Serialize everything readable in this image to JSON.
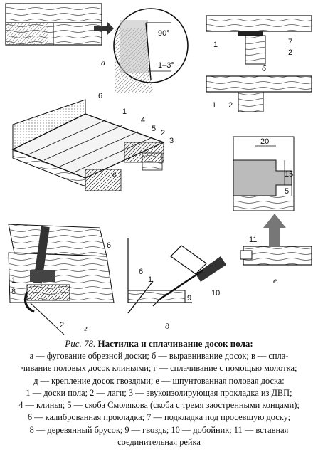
{
  "figure": {
    "labels": {
      "a": "а",
      "b": "б",
      "v": "в",
      "g": "г",
      "d": "д",
      "e": "е",
      "n1": "1",
      "n2": "2",
      "n3": "3",
      "n4": "4",
      "n5": "5",
      "n6": "6",
      "n7": "7",
      "n8": "8",
      "n9": "9",
      "n10": "10",
      "n11": "11",
      "angle90": "90°",
      "angle13": "1–3°",
      "dim20": "20",
      "dim15": "15",
      "dim5": "5"
    }
  },
  "caption": {
    "number": "Рис. 78.",
    "title": "Настилка и сплачивание досок пола:"
  },
  "legend": {
    "line1": "а — фугование обрезной доски; б — выравнивание досок; в — спла-",
    "line2": "чивание половых досок клиньями; г — сплачивание с помощью молотка;",
    "line3": "д — крепление досок гвоздями; е — шпунтованная половая доска:",
    "line4": "1 — доски пола; 2 — лаги; 3 — звукоизолирующая прокладка из ДВП;",
    "line5": "4 — клинья; 5 — скоба Смолякова (скоба с тремя заостренными концами);",
    "line6": "6 — калиброванная прокладка; 7 — подкладка под просевшую доску;",
    "line7": "8 — деревянный брусок; 9 — гвоздь; 10 — добойник; 11 — вставная",
    "line8": "соединительная рейка"
  }
}
